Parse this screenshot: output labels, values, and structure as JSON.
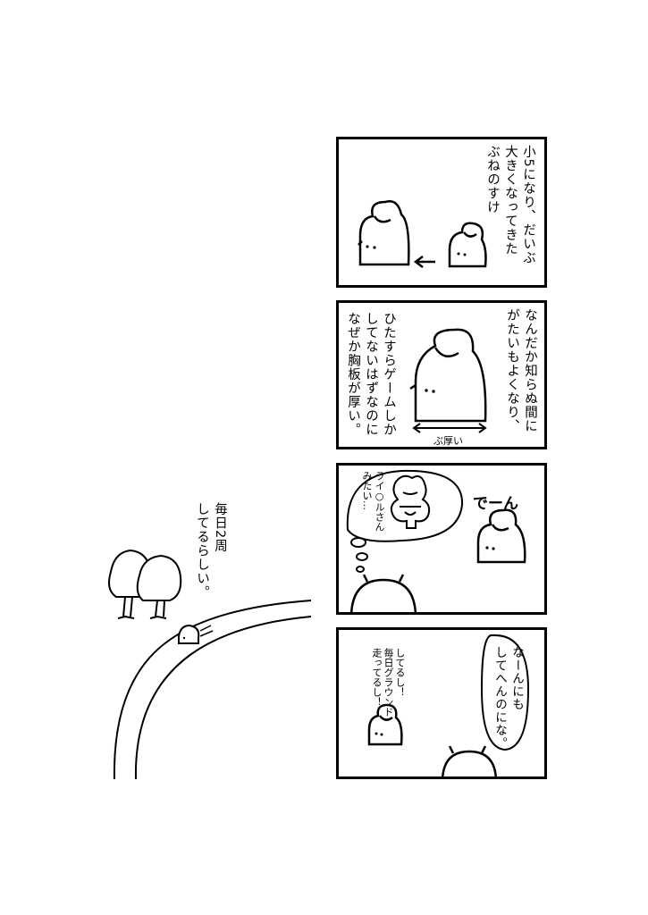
{
  "panels": {
    "p1": {
      "lines": "小5になり、だいぶ\n大きくなってきた\nぶねのすけ"
    },
    "p2": {
      "right": "なんだか知らぬ間に\nがたいもよくなり、",
      "left": "ひたすらゲームしか\nしてないはずなのに\nなぜか胸板が厚い。",
      "label": "ぶ厚い"
    },
    "p3": {
      "sfx": "でーん",
      "thought": "ライ○ルさん\nみたい…"
    },
    "p4": {
      "bubble": "なーんにも\nしてへんのにな。",
      "small": "してるし！\n毎日グラウンド\n走ってるし！"
    }
  },
  "outside": {
    "caption": "毎日2周\nしてるらしい。"
  },
  "icons": {
    "arrow": "left-arrow-icon",
    "double_arrow": "double-arrow-icon"
  }
}
